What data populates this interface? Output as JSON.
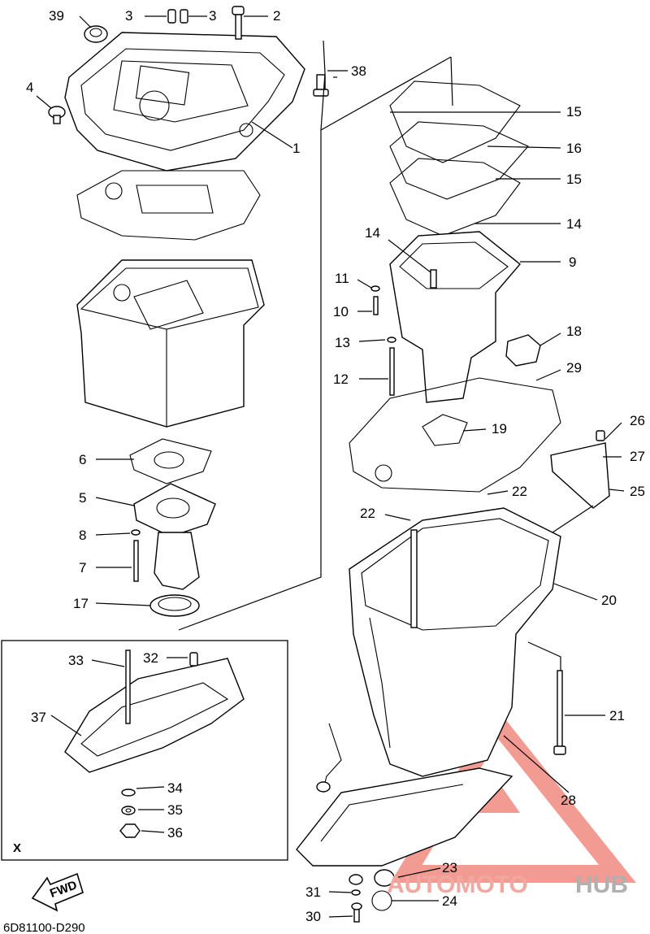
{
  "diagram": {
    "code": "6D81100-D290",
    "fwd_label": "FWD",
    "inset_label": "X",
    "labels": [
      "1",
      "2",
      "3",
      "3",
      "4",
      "5",
      "6",
      "7",
      "8",
      "9",
      "10",
      "11",
      "12",
      "13",
      "14",
      "14",
      "15",
      "15",
      "16",
      "17",
      "18",
      "19",
      "20",
      "21",
      "22",
      "22",
      "23",
      "24",
      "25",
      "26",
      "27",
      "28",
      "29",
      "30",
      "31",
      "32",
      "33",
      "34",
      "35",
      "36",
      "37",
      "38",
      "39"
    ]
  },
  "watermark": {
    "part1": "AUTOMOTO",
    "part2": "HUB",
    "color1": "#f0a8a0",
    "color2": "#b0b0b0",
    "triangle_color": "#f08a80"
  }
}
